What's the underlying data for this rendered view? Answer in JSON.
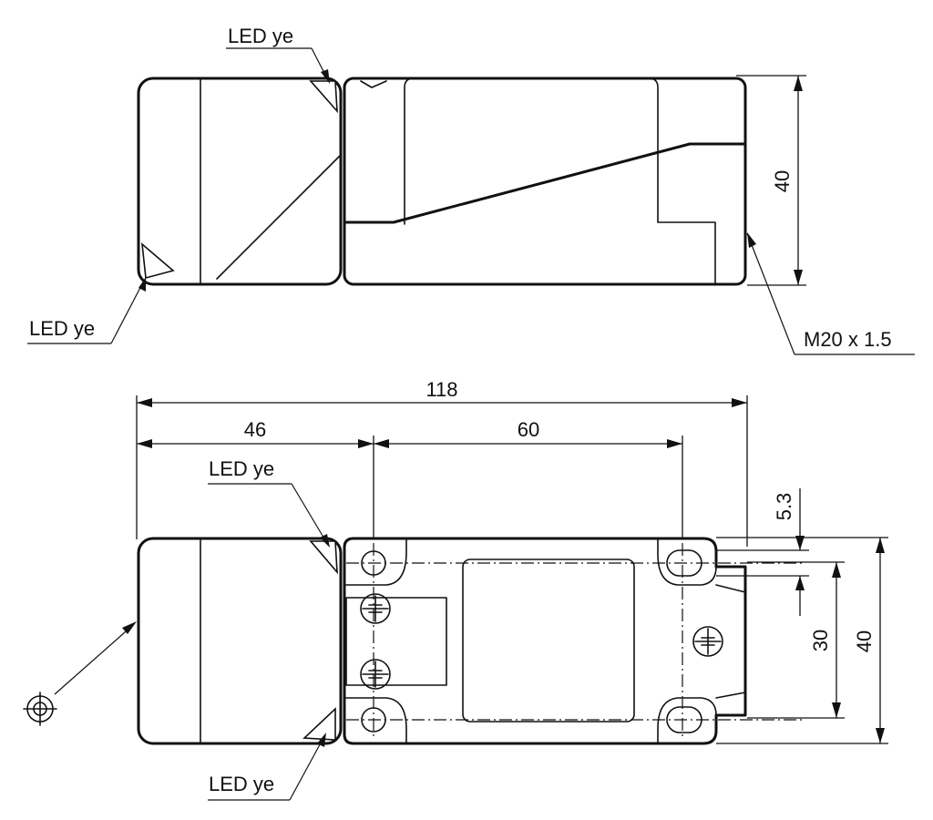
{
  "labels": {
    "led": "LED ye",
    "thread": "M20 x 1.5"
  },
  "dimensions": {
    "total_length": "118",
    "head_length": "46",
    "hole_spacing": "60",
    "height_top": "40",
    "height_front": "40",
    "inner_height": "30",
    "hole_diameter": "5.3"
  }
}
